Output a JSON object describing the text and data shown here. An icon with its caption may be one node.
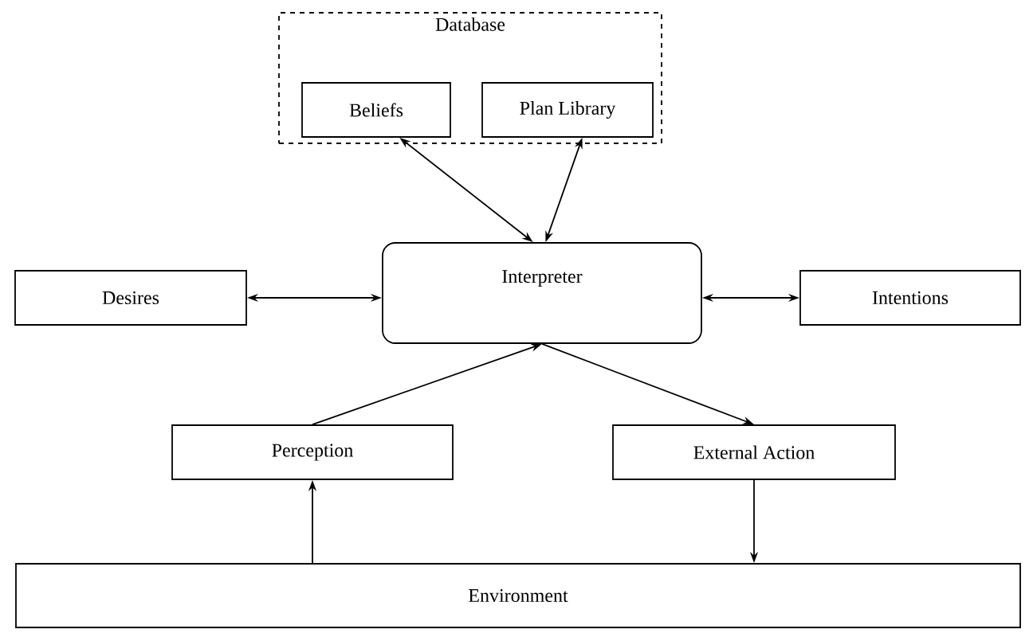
{
  "diagram": {
    "nodes": [
      {
        "text": [
          "Database"
        ]
      },
      {
        "text": [
          "Beliefs"
        ],
        "in": 0
      },
      {
        "text": [
          "Plan Library"
        ],
        "in": 0
      },
      {
        "text": [
          "Interpreter"
        ]
      },
      {
        "text": [
          "Desires"
        ]
      },
      {
        "text": [
          "Intentions"
        ]
      },
      {
        "text": [
          "Perception"
        ]
      },
      {
        "text": [
          "External Action"
        ]
      },
      {
        "text": [
          "Environment"
        ]
      }
    ],
    "edges": [
      {
        "from": 1,
        "to": 3,
        "arrow": "both"
      },
      {
        "from": 2,
        "to": 3,
        "arrow": "both"
      },
      {
        "from": 4,
        "to": 3,
        "arrow": "both"
      },
      {
        "from": 3,
        "to": 5,
        "arrow": "both"
      },
      {
        "from": 6,
        "to": 3,
        "arrow": "to"
      },
      {
        "from": 3,
        "to": 7,
        "arrow": "to"
      },
      {
        "from": 8,
        "to": 6,
        "arrow": "to"
      },
      {
        "from": 7,
        "to": 8,
        "arrow": "to"
      }
    ]
  }
}
